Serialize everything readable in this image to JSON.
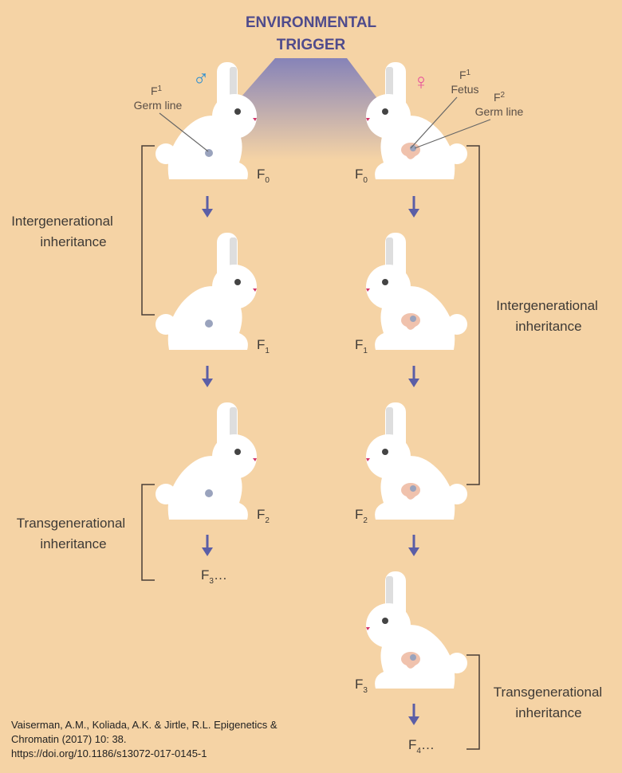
{
  "title": {
    "line1": "ENVIRONMENTAL",
    "line2": "TRIGGER"
  },
  "symbols": {
    "male": "♂",
    "female": "♀"
  },
  "callouts": {
    "male_f": "F",
    "male_sub": "1",
    "male_text": "Germ line",
    "fetus_f": "F",
    "fetus_sub": "1",
    "fetus_text": "Fetus",
    "germ_f": "F",
    "germ_sub": "2",
    "germ_text": "Germ line"
  },
  "generations": {
    "male": [
      {
        "f": "F",
        "sub": "0",
        "suffix": ""
      },
      {
        "f": "F",
        "sub": "1",
        "suffix": ""
      },
      {
        "f": "F",
        "sub": "2",
        "suffix": ""
      },
      {
        "f": "F",
        "sub": "3",
        "suffix": "…"
      }
    ],
    "female": [
      {
        "f": "F",
        "sub": "0",
        "suffix": ""
      },
      {
        "f": "F",
        "sub": "1",
        "suffix": ""
      },
      {
        "f": "F",
        "sub": "2",
        "suffix": ""
      },
      {
        "f": "F",
        "sub": "3",
        "suffix": ""
      },
      {
        "f": "F",
        "sub": "4",
        "suffix": "…"
      }
    ]
  },
  "brackets": {
    "left_inter": [
      "Intergenerational",
      "inheritance"
    ],
    "left_trans": [
      "Transgenerational",
      "inheritance"
    ],
    "right_inter": [
      "Intergenerational",
      "inheritance"
    ],
    "right_trans": [
      "Transgenerational",
      "inheritance"
    ]
  },
  "citation": [
    "Vaiserman, A.M., Koliada, A.K. & Jirtle, R.L. Epigenetics &",
    "Chromatin (2017) 10: 38.",
    "https://doi.org/10.1186/s13072-017-0145-1"
  ],
  "colors": {
    "background": "#f5d3a5",
    "title": "#4f4b8c",
    "male": "#2e8fd0",
    "female": "#e8559a",
    "arrow": "#5b5ea6"
  }
}
